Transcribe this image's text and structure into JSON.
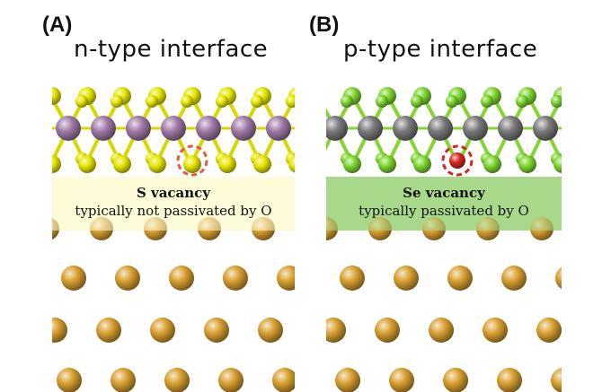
{
  "panels": {
    "a": {
      "letter": "(A)",
      "title": "n-type interface",
      "vacancy": "S vacancy",
      "note": "typically not passivated by O",
      "colors": {
        "metal": "#a07aa8",
        "chalcogen": "#e6e600",
        "bond": "#d8d800",
        "box": "#fdfbd8",
        "vacancy_ring": "#e35a4a"
      }
    },
    "b": {
      "letter": "(B)",
      "title": "p-type interface",
      "vacancy": "Se vacancy",
      "note": "typically passivated by O",
      "colors": {
        "metal": "#7a7a7a",
        "chalcogen": "#7dd62e",
        "bond": "#86d430",
        "box": "#a8d88a",
        "vacancy_ring": "#d8261c",
        "oxygen": "#d8261c"
      }
    }
  },
  "colors": {
    "gold_atom": "#d9a030"
  }
}
